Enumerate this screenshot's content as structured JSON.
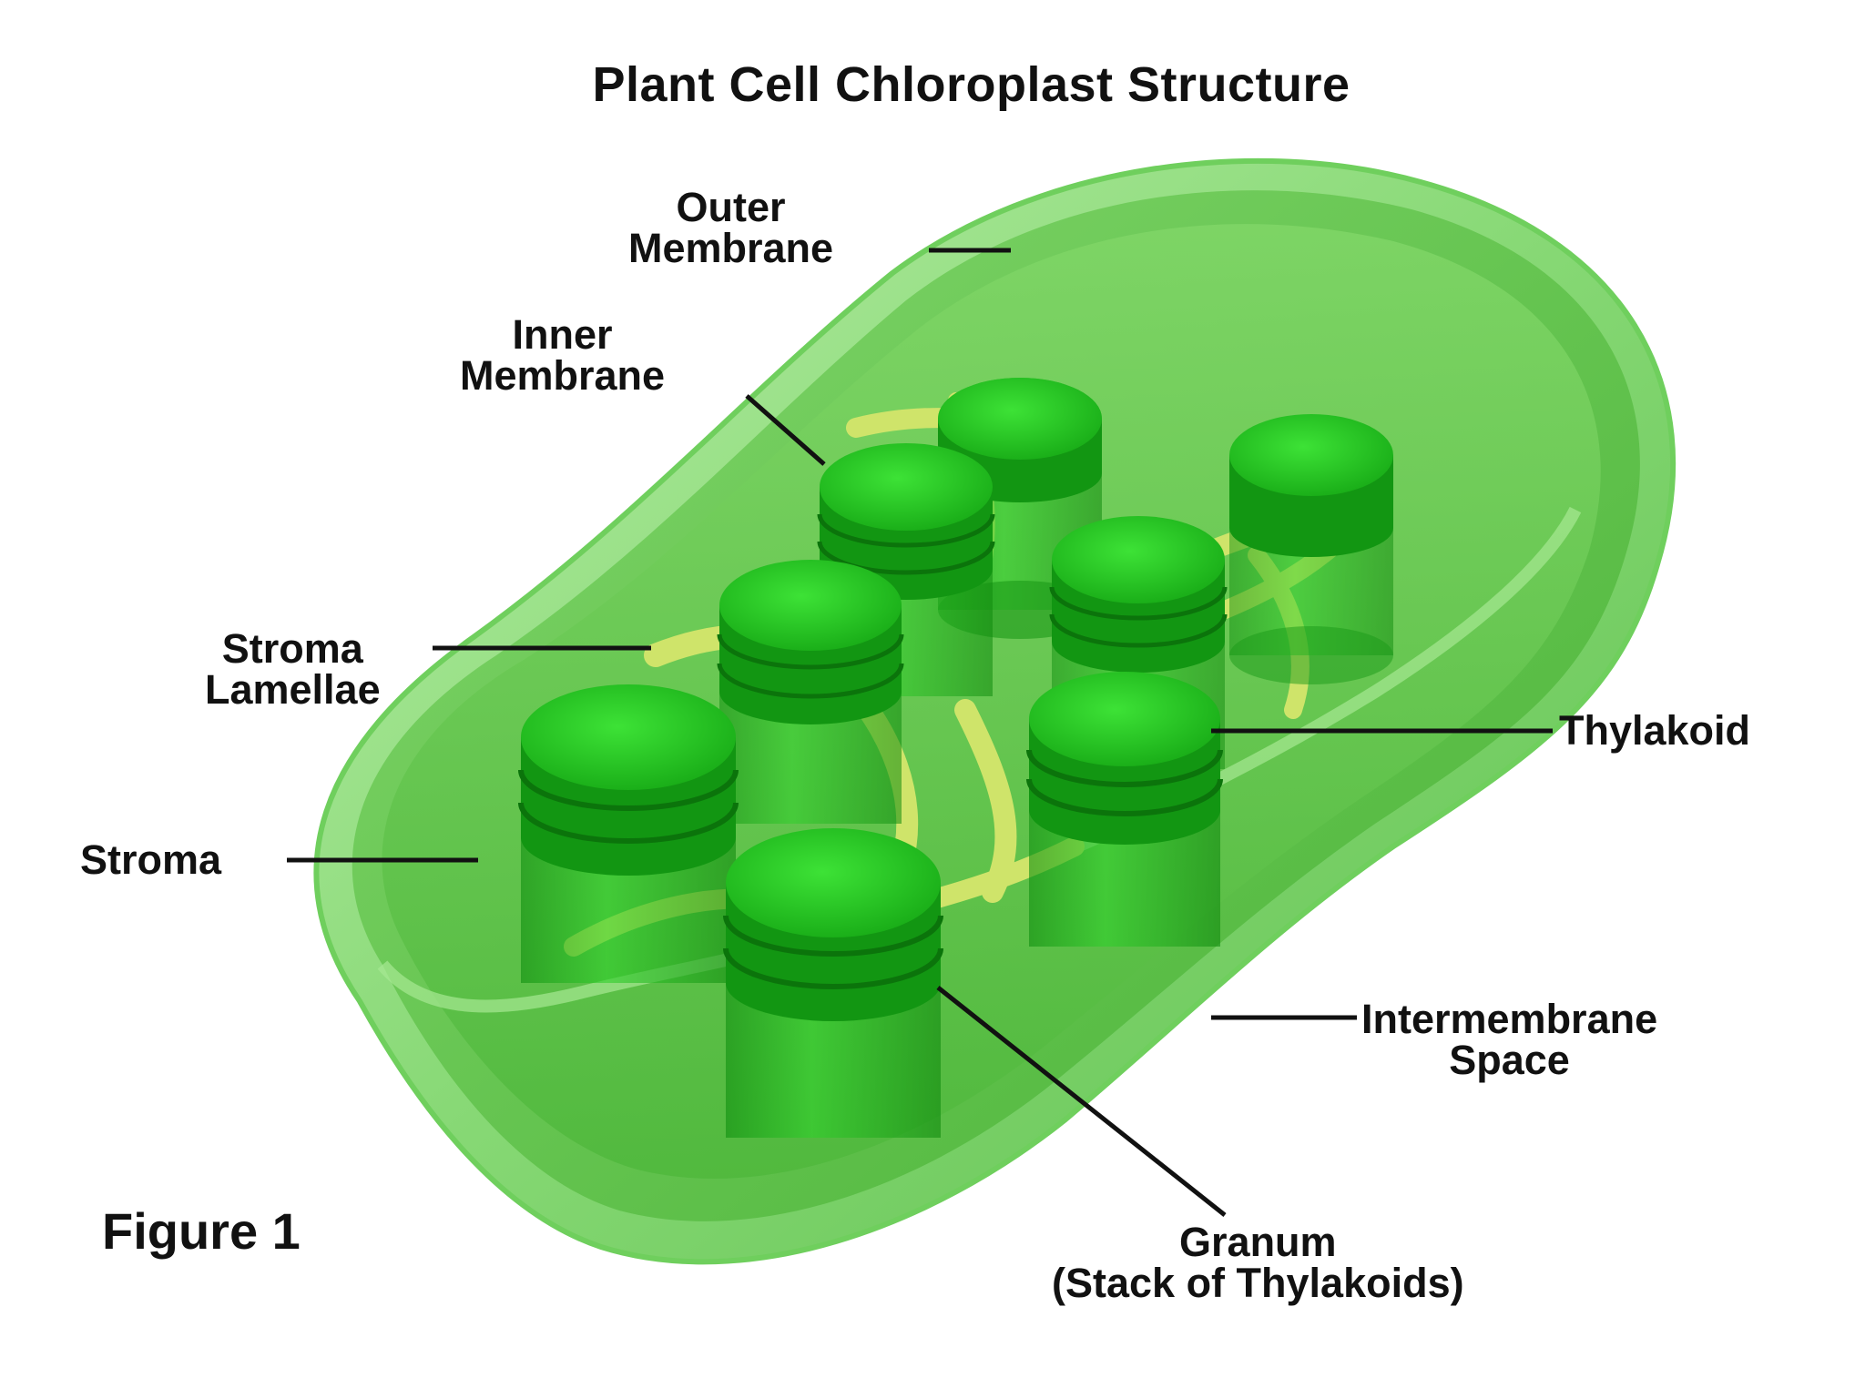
{
  "title": "Plant Cell Chloroplast Structure",
  "figure_label": "Figure 1",
  "labels": {
    "outer_membrane": [
      "Outer",
      "Membrane"
    ],
    "inner_membrane": [
      "Inner",
      "Membrane"
    ],
    "stroma_lamellae": [
      "Stroma",
      "Lamellae"
    ],
    "stroma": "Stroma",
    "thylakoid": "Thylakoid",
    "intermembrane_space": [
      "Intermembrane",
      "Space"
    ],
    "granum": [
      "Granum",
      "(Stack of Thylakoids)"
    ]
  },
  "colors": {
    "outer_membrane": "#8fdc7e",
    "stroma": "#55c23f",
    "granum": "#1fb61a",
    "granum_dark": "#108a0e",
    "lamellae": "#cfe46a"
  }
}
